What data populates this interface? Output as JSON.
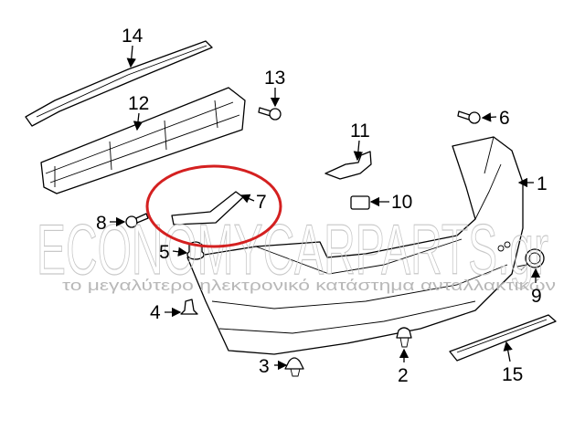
{
  "watermark": {
    "brand": "ECONOMYCARPARTS.gr",
    "tagline": "το μεγαλύτερο ηλεκτρονικό κατάστημα ανταλλακτικών"
  },
  "highlight_color": "#d42020",
  "callouts": {
    "c1": "1",
    "c2": "2",
    "c3": "3",
    "c4": "4",
    "c5": "5",
    "c6": "6",
    "c7": "7",
    "c8": "8",
    "c9": "9",
    "c10": "10",
    "c11": "11",
    "c12": "12",
    "c13": "13",
    "c14": "14",
    "c15": "15"
  }
}
